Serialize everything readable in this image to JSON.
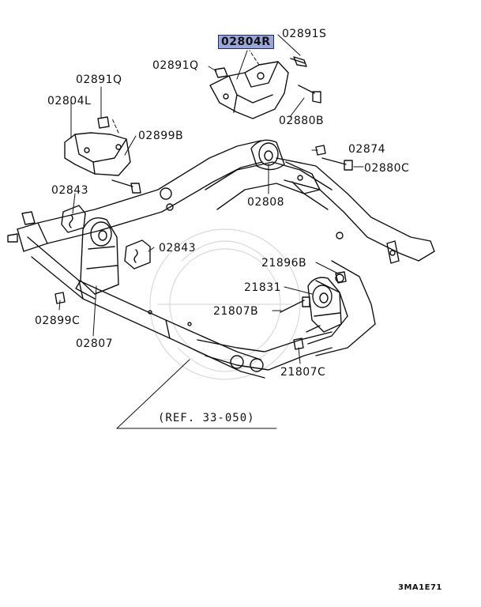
{
  "highlighted_part": "02804R",
  "callouts": [
    {
      "id": "p02804R",
      "label": "02804R",
      "highlighted": true
    },
    {
      "id": "p02891S",
      "label": "02891S"
    },
    {
      "id": "p02891Q_top",
      "label": "02891Q"
    },
    {
      "id": "p02891Q_left",
      "label": "02891Q"
    },
    {
      "id": "p02804L",
      "label": "02804L"
    },
    {
      "id": "p02899B",
      "label": "02899B"
    },
    {
      "id": "p02880B",
      "label": "02880B"
    },
    {
      "id": "p02874",
      "label": "02874"
    },
    {
      "id": "p02880C",
      "label": "02880C"
    },
    {
      "id": "p02843_left",
      "label": "02843"
    },
    {
      "id": "p02808",
      "label": "02808"
    },
    {
      "id": "p02843_mid",
      "label": "02843"
    },
    {
      "id": "p21896B",
      "label": "21896B"
    },
    {
      "id": "p21831",
      "label": "21831"
    },
    {
      "id": "p02899C",
      "label": "02899C"
    },
    {
      "id": "p21807B",
      "label": "21807B"
    },
    {
      "id": "p02807",
      "label": "02807"
    },
    {
      "id": "p21807C",
      "label": "21807C"
    }
  ],
  "reference": "(REF. 33-050)",
  "diagram_code": "3MA1E71"
}
